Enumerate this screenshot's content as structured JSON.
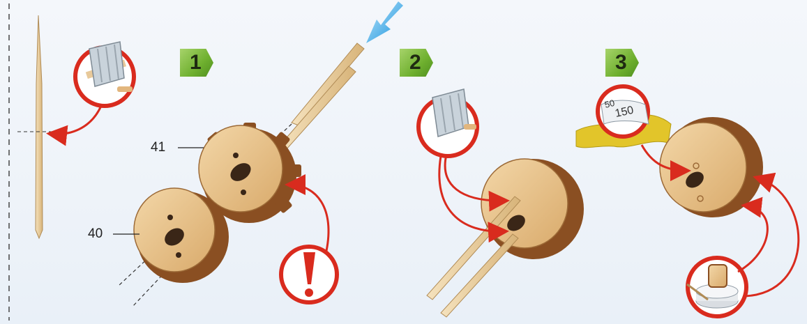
{
  "steps": [
    {
      "number": "1"
    },
    {
      "number": "2"
    },
    {
      "number": "3"
    }
  ],
  "parts": {
    "gear_top": "41",
    "gear_bottom": "40"
  },
  "sandpaper": {
    "grit_a": "150",
    "grit_b": "50"
  },
  "colors": {
    "step_badge": "#6fb02f",
    "callout_ring": "#d92b1e",
    "arrow": "#d92b1e",
    "wood": "#e6c08a",
    "gear_edge": "#8a4f22",
    "direction_arrow": "#1f9de0"
  }
}
